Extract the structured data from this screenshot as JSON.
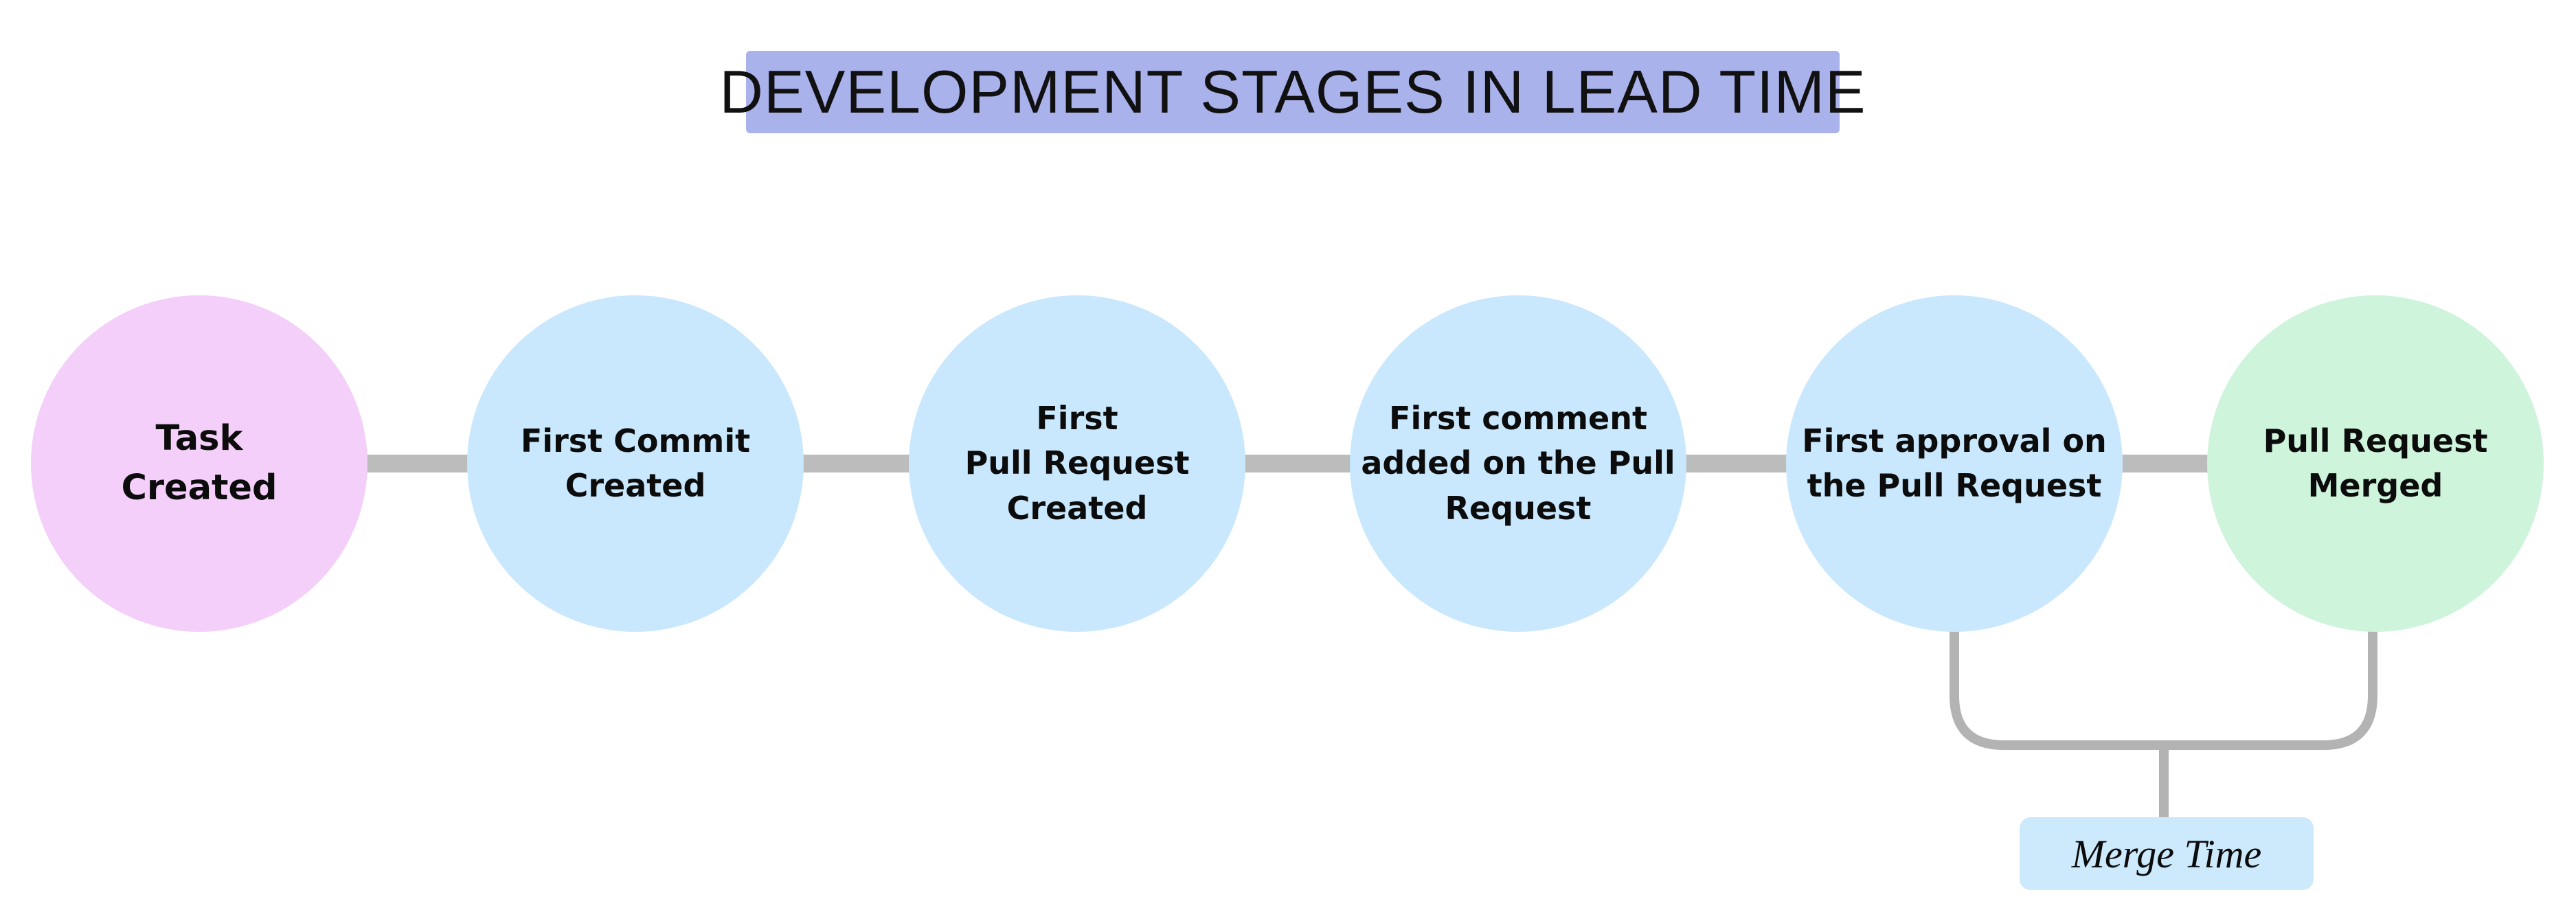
{
  "title": "DEVELOPMENT STAGES IN LEAD TIME",
  "colors": {
    "banner": "#aab2ec",
    "task": "#f4cff9",
    "stage": "#c9e8fd",
    "merged": "#cef4dc",
    "connector": "#bcbcbc",
    "bracket": "#b3b3b3",
    "merge_label_bg": "#cde9fc"
  },
  "stages": [
    {
      "label": "Task\nCreated",
      "type": "task"
    },
    {
      "label": "First Commit\nCreated",
      "type": "stage"
    },
    {
      "label": "First\nPull Request\nCreated",
      "type": "stage"
    },
    {
      "label": "First comment\nadded on the Pull\nRequest",
      "type": "stage"
    },
    {
      "label": "First approval on\nthe Pull Request",
      "type": "stage"
    },
    {
      "label": "Pull Request\nMerged",
      "type": "merged"
    }
  ],
  "annotation": {
    "label": "Merge Time",
    "connects": "First approval on the Pull Request → Pull Request Merged"
  }
}
